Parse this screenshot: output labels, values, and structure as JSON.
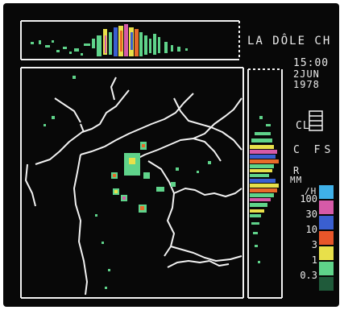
{
  "station": "LA DÔLE CH",
  "time": "15:00",
  "date": "2JUN",
  "year": "1978",
  "cl_label": "CL",
  "cfs_label": "C FS",
  "unit": {
    "r": "R",
    "mm": "MM",
    "h": "/H"
  },
  "colors": {
    "background": "#080808",
    "frame": "#f2f2f2",
    "borders": "#f2f2f2",
    "echo_green": "#5fd38a",
    "echo_yellow": "#e8e04a",
    "echo_orange": "#e86a2a",
    "echo_magenta": "#d65aa8",
    "echo_blue": "#3a5fd0"
  },
  "legend": [
    {
      "label": "100",
      "color": "#3fb0e8"
    },
    {
      "label": "30",
      "color": "#d65aa8"
    },
    {
      "label": "10",
      "color": "#3a5fd0"
    },
    {
      "label": "3",
      "color": "#e8562a"
    },
    {
      "label": "1",
      "color": "#e8e04a"
    },
    {
      "label": "0.3",
      "color": "#5fd38a"
    },
    {
      "label": "",
      "color": "#1f5a3a"
    }
  ]
}
